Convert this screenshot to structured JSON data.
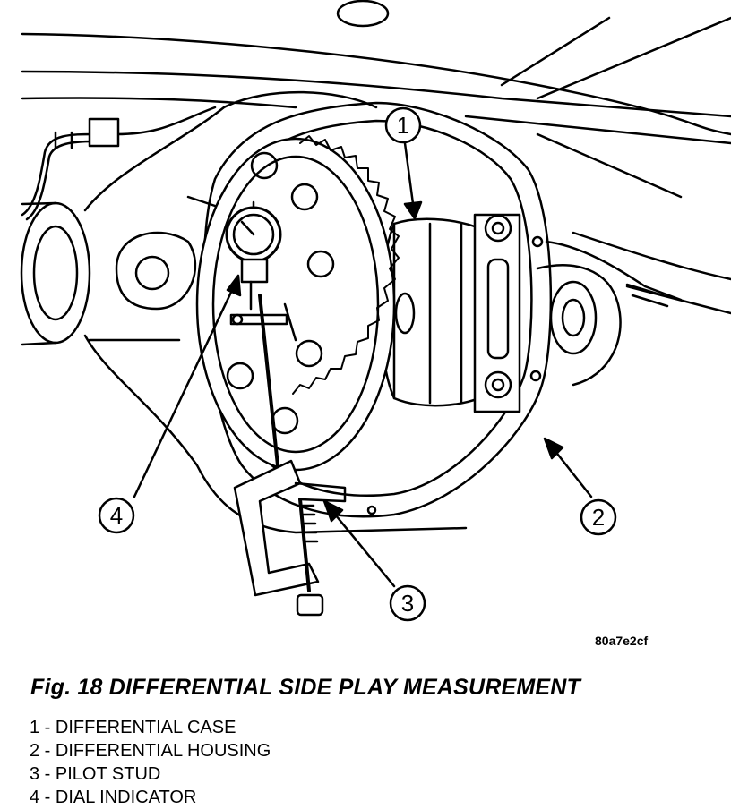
{
  "figure": {
    "code": "80a7e2cf",
    "caption": "Fig. 18 DIFFERENTIAL SIDE PLAY MEASUREMENT"
  },
  "callouts": [
    {
      "number": "1",
      "label": "DIFFERENTIAL CASE"
    },
    {
      "number": "2",
      "label": "DIFFERENTIAL HOUSING"
    },
    {
      "number": "3",
      "label": "PILOT STUD"
    },
    {
      "number": "4",
      "label": "DIAL INDICATOR"
    }
  ],
  "legend": [
    "1 - DIFFERENTIAL CASE",
    "2 - DIFFERENTIAL HOUSING",
    "3 - PILOT STUD",
    "4 - DIAL INDICATOR"
  ]
}
